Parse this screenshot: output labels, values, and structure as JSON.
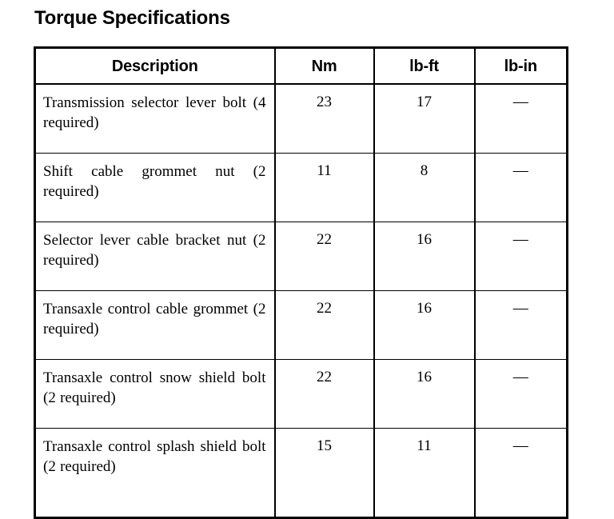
{
  "document": {
    "title": "Torque Specifications"
  },
  "table": {
    "columns": [
      {
        "key": "description",
        "label": "Description"
      },
      {
        "key": "nm",
        "label": "Nm"
      },
      {
        "key": "lbft",
        "label": "lb-ft"
      },
      {
        "key": "lbin",
        "label": "lb-in"
      }
    ],
    "rows": [
      {
        "description": "Transmission selector lever bolt (4 required)",
        "nm": "23",
        "lbft": "17",
        "lbin": "—"
      },
      {
        "description": "Shift cable grommet nut (2 required)",
        "nm": "11",
        "lbft": "8",
        "lbin": "—"
      },
      {
        "description": "Selector lever cable bracket nut (2 required)",
        "nm": "22",
        "lbft": "16",
        "lbin": "—"
      },
      {
        "description": "Transaxle control cable grommet (2 required)",
        "nm": "22",
        "lbft": "16",
        "lbin": "—"
      },
      {
        "description": "Transaxle control snow shield bolt (2 required)",
        "nm": "22",
        "lbft": "16",
        "lbin": "—"
      },
      {
        "description": "Transaxle control splash shield bolt (2 required)",
        "nm": "15",
        "lbft": "11",
        "lbin": "—"
      }
    ]
  }
}
